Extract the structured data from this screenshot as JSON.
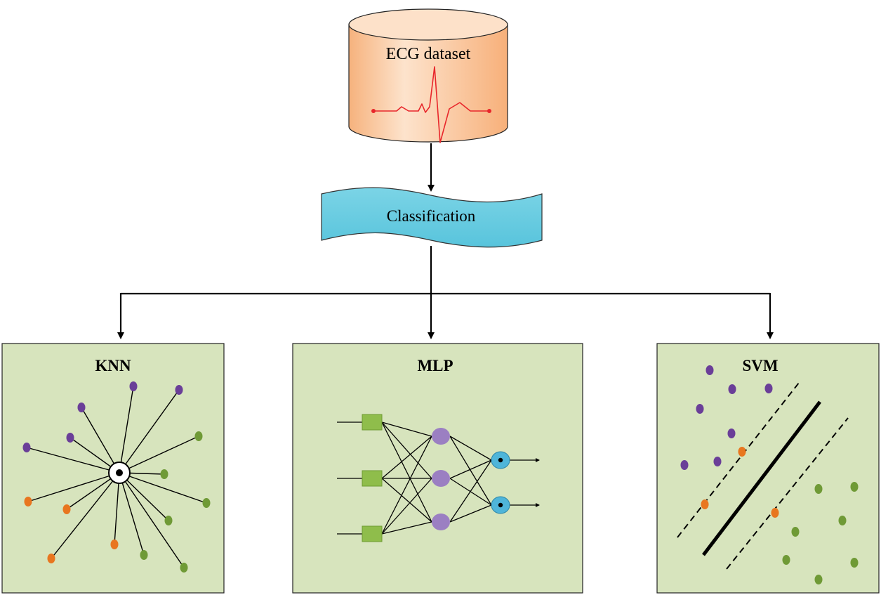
{
  "dataset": {
    "label": "ECG dataset"
  },
  "process": {
    "label": "Classification"
  },
  "panels": [
    {
      "id": "knn",
      "title": "KNN"
    },
    {
      "id": "mlp",
      "title": "MLP"
    },
    {
      "id": "svm",
      "title": "SVM"
    }
  ],
  "colors": {
    "panel_fill": "#d7e4bd",
    "cylinder_fill": "#fbc9a0",
    "banner_fill": "#66cce0",
    "ecg_trace": "#e8262b",
    "purple_point": "#6a3e98",
    "orange_point": "#e8761f",
    "green_point": "#6f9a36",
    "mlp_input": "#8fbd4b",
    "mlp_hidden": "#9b7fc2",
    "mlp_output": "#4fb5d9"
  }
}
